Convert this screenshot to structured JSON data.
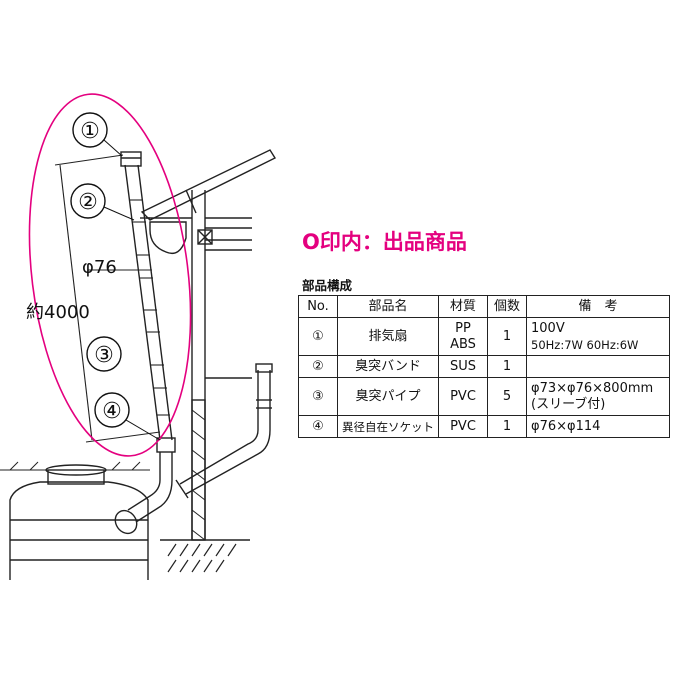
{
  "title": "O印内：出品商品",
  "table": {
    "caption": "部品構成",
    "headers": [
      "No.",
      "部品名",
      "材質",
      "個数",
      "備　考"
    ],
    "rows": [
      {
        "no": "①",
        "name": "排気扇",
        "material_1": "PP",
        "material_2": "ABS",
        "qty": "1",
        "note_1": "100V",
        "note_2": "50Hz:7W 60Hz:6W"
      },
      {
        "no": "②",
        "name": "臭突バンド",
        "material_1": "SUS",
        "material_2": "",
        "qty": "1",
        "note_1": "",
        "note_2": ""
      },
      {
        "no": "③",
        "name": "臭突パイプ",
        "material_1": "PVC",
        "material_2": "",
        "qty": "5",
        "note_1": "φ73×φ76×800mm",
        "note_2": "(スリーブ付)"
      },
      {
        "no": "④",
        "name": "異径自在ソケット",
        "material_1": "PVC",
        "material_2": "",
        "qty": "1",
        "note_1": "φ76×φ114",
        "note_2": ""
      }
    ]
  },
  "diagram": {
    "callouts": [
      "①",
      "②",
      "③",
      "④"
    ],
    "diameter_label": "φ76",
    "length_label": "約4000",
    "highlight_color": "#e4007f",
    "line_color": "#222222"
  }
}
